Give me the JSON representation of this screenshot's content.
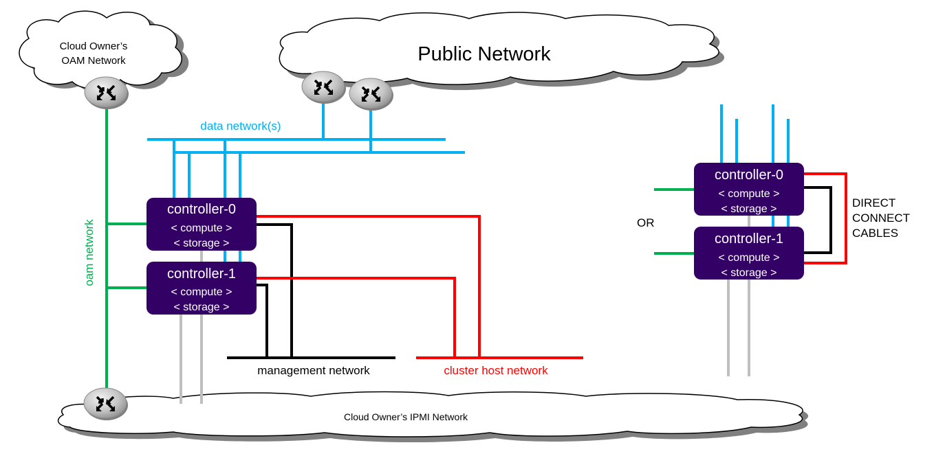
{
  "clouds": {
    "oam": {
      "line1": "Cloud Owner’s",
      "line2": "OAM Network"
    },
    "public": {
      "label": "Public Network"
    },
    "ipmi": {
      "label": "Cloud Owner’s IPMI Network"
    }
  },
  "networks": {
    "data": {
      "label": "data network(s)",
      "color": "#00b0f0"
    },
    "oam": {
      "label": "oam network",
      "color": "#00b050"
    },
    "management": {
      "label": "management network",
      "color": "#000000"
    },
    "cluster_host": {
      "label": "cluster host network",
      "color": "#ff0000"
    },
    "ipmi_link_color": "#bfbfbf"
  },
  "left_cluster": {
    "nodes": [
      {
        "name": "controller-0",
        "role1": "< compute >",
        "role2": "< storage >"
      },
      {
        "name": "controller-1",
        "role1": "< compute >",
        "role2": "< storage >"
      }
    ]
  },
  "right_cluster": {
    "or_label": "OR",
    "direct_connect": [
      "DIRECT",
      "CONNECT",
      "CABLES"
    ],
    "nodes": [
      {
        "name": "controller-0",
        "role1": "< compute >",
        "role2": "< storage >"
      },
      {
        "name": "controller-1",
        "role1": "< compute >",
        "role2": "< storage >"
      }
    ]
  },
  "colors": {
    "node_fill": "#330066",
    "cloud_shadow": "#808080",
    "router_fill": "#c8c8c8"
  }
}
